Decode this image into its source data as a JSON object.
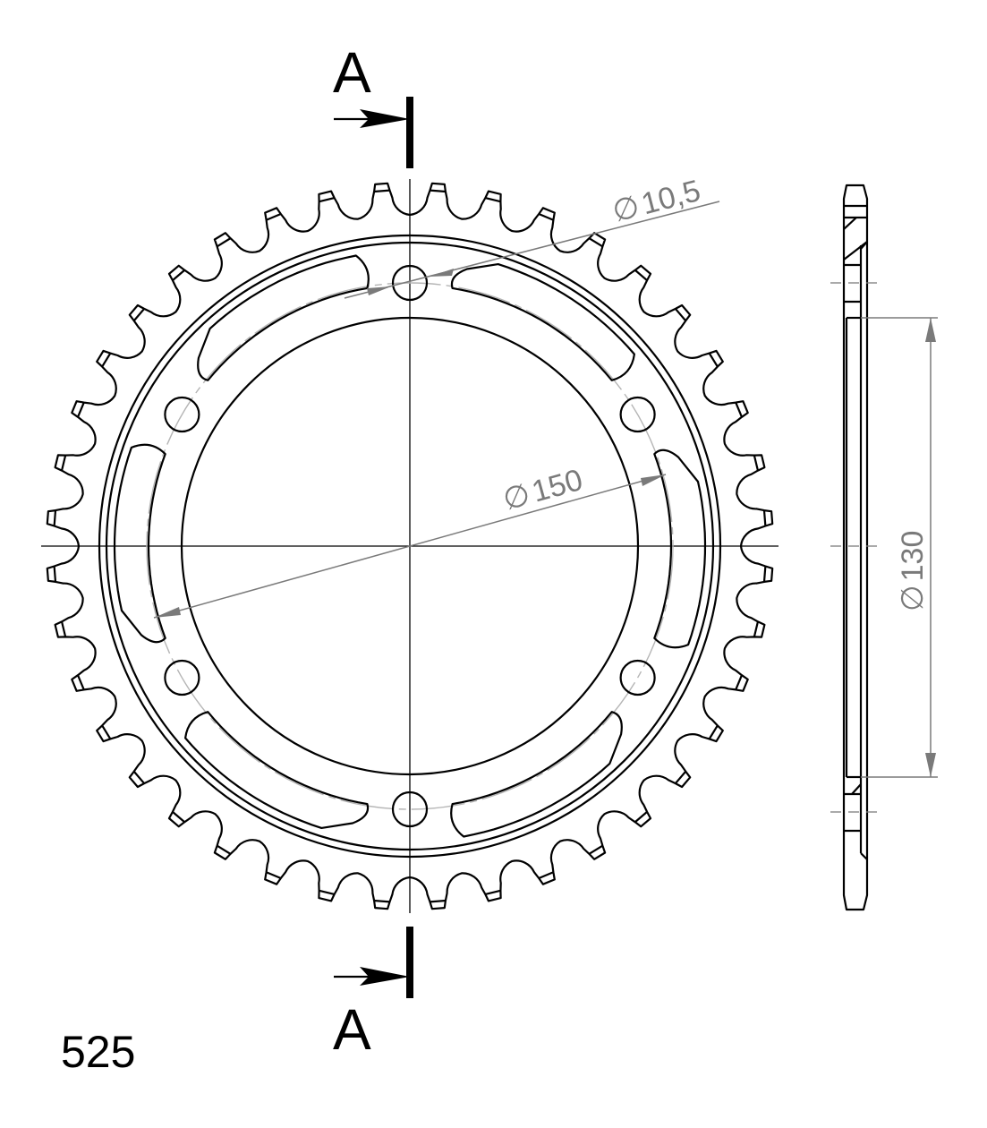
{
  "drawing": {
    "type": "sprocket technical drawing",
    "chain_pitch_label": "525",
    "section_marker": {
      "label_top": "A",
      "label_bottom": "A"
    },
    "tooth_count": 40,
    "bolt_holes": {
      "count": 6,
      "diameter_label": "10,5",
      "symbol": "∅"
    },
    "pcd": {
      "diameter_label": "150",
      "symbol": "∅"
    },
    "center_bore": {
      "diameter_label": "130",
      "symbol": "∅"
    },
    "lightening_slots": 6,
    "colors": {
      "outline": "#000000",
      "dimension": "#7a7a7a",
      "pcd_circle": "#b5b5b5",
      "background": "#ffffff"
    }
  },
  "labels": {
    "hole_dim": "10,5",
    "pcd_dim": "150",
    "bore_dim": "130",
    "diameter_symbol": "∅",
    "section_top": "A",
    "section_bottom": "A",
    "pitch": "525"
  }
}
